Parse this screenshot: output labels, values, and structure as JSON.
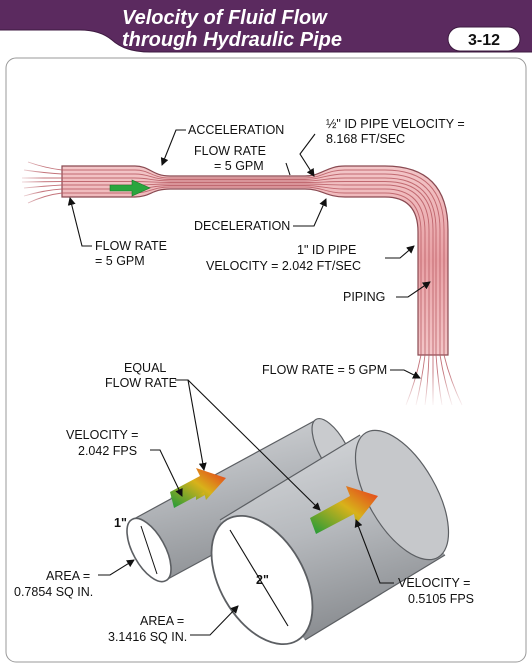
{
  "header": {
    "title_line1": "Velocity of Fluid Flow",
    "title_line2": "through Hydraulic Pipe",
    "figure_number": "3-12"
  },
  "top_diagram": {
    "acceleration": "ACCELERATION",
    "small_velocity_line1": "½\" ID PIPE VELOCITY =",
    "small_velocity_line2": "8.168 FT/SEC",
    "flow_rate_mid_line1": "FLOW RATE",
    "flow_rate_mid_line2": "= 5 GPM",
    "deceleration": "DECELERATION",
    "flow_rate_left_line1": "FLOW RATE",
    "flow_rate_left_line2": "= 5 GPM",
    "large_velocity_line1": "1\" ID PIPE",
    "large_velocity_line2": "VELOCITY = 2.042 FT/SEC",
    "piping": "PIPING",
    "flow_rate_bottom": "FLOW RATE = 5 GPM"
  },
  "bottom_diagram": {
    "equal_line1": "EQUAL",
    "equal_line2": "FLOW RATE",
    "velocity_small_line1": "VELOCITY =",
    "velocity_small_line2": "2.042 FPS",
    "dim_small": "1\"",
    "dim_large": "2\"",
    "area_small_line1": "AREA =",
    "area_small_line2": "0.7854 SQ IN.",
    "area_large_line1": "AREA =",
    "area_large_line2": "3.1416 SQ IN.",
    "velocity_large_line1": "VELOCITY =",
    "velocity_large_line2": "0.5105 FPS"
  },
  "colors": {
    "header": "#5b2a5f",
    "pipe_fill": "#e9a3a6",
    "flow_arrow_start": "#1a9a3a",
    "flow_arrow_end": "#e8321d",
    "cylinder": "#b9bcc1"
  }
}
